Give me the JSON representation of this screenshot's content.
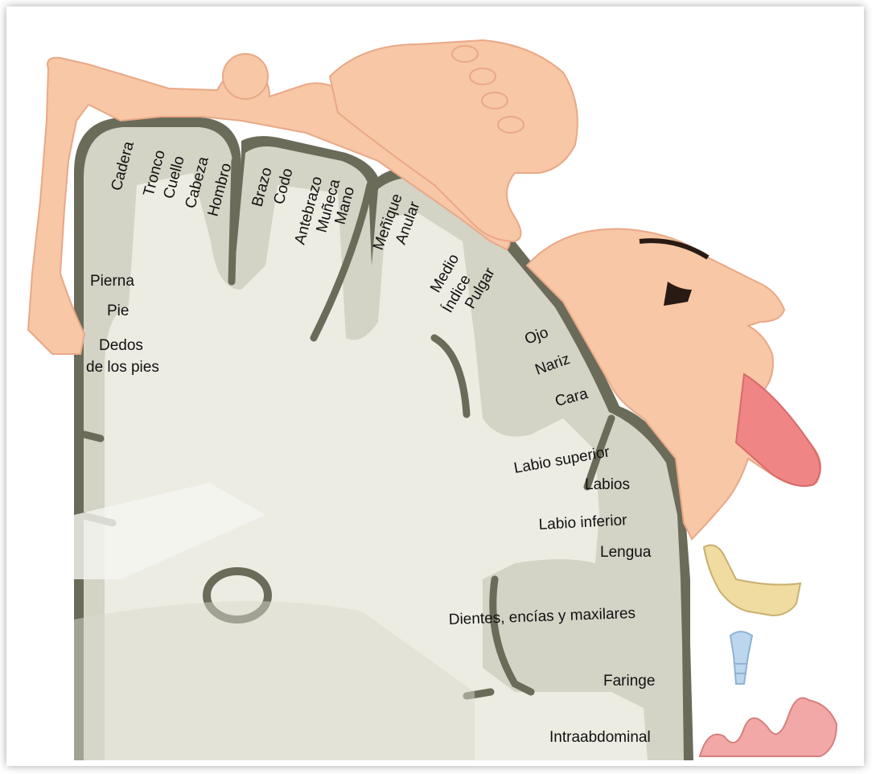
{
  "labels": {
    "cadera": "Cadera",
    "tronco": "Tronco",
    "cuello": "Cuello",
    "cabeza": "Cabeza",
    "hombro": "Hombro",
    "brazo": "Brazo",
    "codo": "Codo",
    "antebrazo": "Antebrazo",
    "muneca": "Muñeca",
    "mano": "Mano",
    "menique": "Meñique",
    "anular": "Anular",
    "medio": "Medio",
    "indice": "Índice",
    "pulgar": "Pulgar",
    "pierna": "Pierna",
    "pie": "Pie",
    "dedos_pies_1": "Dedos",
    "dedos_pies_2": "de los pies",
    "ojo": "Ojo",
    "nariz": "Nariz",
    "cara": "Cara",
    "labio_superior": "Labio superior",
    "labios": "Labios",
    "labio_inferior": "Labio inferior",
    "lengua": "Lengua",
    "dientes": "Dientes, encías y maxilares",
    "faringe": "Faringe",
    "intraabdominal": "Intraabdominal"
  },
  "colors": {
    "cortex_outline": "#6b6b5a",
    "white_matter": "#ecece3",
    "gray_matter": "#d3d3c6",
    "skin": "#f7c7a6",
    "skin_shade": "#e9a887",
    "tongue": "#f08585",
    "jaw": "#f0dba0",
    "larynx": "#bcd6ee",
    "intestine": "#f3a8a8"
  },
  "icons": [
    "body-figure",
    "hand-illustration",
    "face-illustration",
    "jaw-icon",
    "larynx-icon",
    "intestine-icon"
  ]
}
